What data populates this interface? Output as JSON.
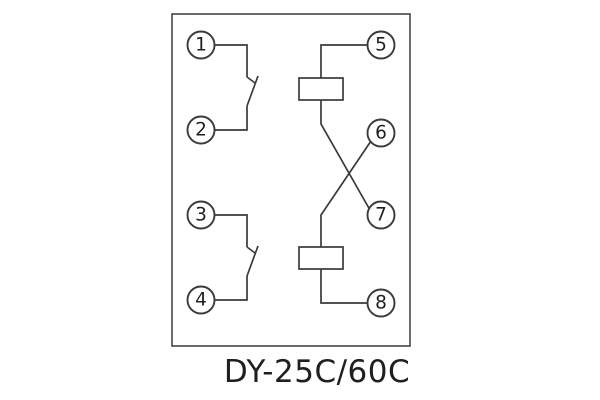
{
  "title": "DY-25C/60C",
  "colors": {
    "line": "#3a3a3a",
    "text": "#1f1f1f"
  },
  "diagram": {
    "terminals": [
      "1",
      "2",
      "3",
      "4",
      "5",
      "6",
      "7",
      "8"
    ],
    "connections": [
      {
        "type": "contact-switch",
        "between": [
          "1",
          "2"
        ]
      },
      {
        "type": "contact-switch",
        "between": [
          "3",
          "4"
        ]
      },
      {
        "type": "coil",
        "between": [
          "5",
          "7"
        ]
      },
      {
        "type": "coil",
        "between": [
          "6",
          "8"
        ]
      }
    ]
  }
}
